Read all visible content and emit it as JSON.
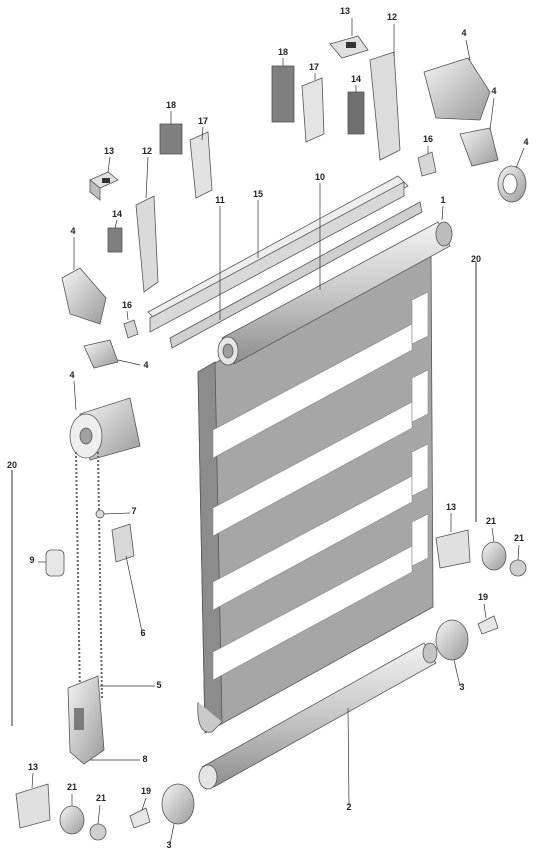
{
  "diagram": {
    "labels": [
      {
        "key": "l13a",
        "text": "13"
      },
      {
        "key": "l12a",
        "text": "12"
      },
      {
        "key": "l4a",
        "text": "4"
      },
      {
        "key": "l18a",
        "text": "18"
      },
      {
        "key": "l17a",
        "text": "17"
      },
      {
        "key": "l14a",
        "text": "14"
      },
      {
        "key": "l4b",
        "text": "4"
      },
      {
        "key": "l4c",
        "text": "4"
      },
      {
        "key": "l16a",
        "text": "16"
      },
      {
        "key": "l18b",
        "text": "18"
      },
      {
        "key": "l17b",
        "text": "17"
      },
      {
        "key": "l13b",
        "text": "13"
      },
      {
        "key": "l12b",
        "text": "12"
      },
      {
        "key": "l10",
        "text": "10"
      },
      {
        "key": "l1",
        "text": "1"
      },
      {
        "key": "l11",
        "text": "11"
      },
      {
        "key": "l15",
        "text": "15"
      },
      {
        "key": "l14b",
        "text": "14"
      },
      {
        "key": "l4d",
        "text": "4"
      },
      {
        "key": "l20a",
        "text": "20"
      },
      {
        "key": "l16b",
        "text": "16"
      },
      {
        "key": "l4e",
        "text": "4"
      },
      {
        "key": "l4f",
        "text": "4"
      },
      {
        "key": "l20b",
        "text": "20"
      },
      {
        "key": "l7",
        "text": "7"
      },
      {
        "key": "l9",
        "text": "9"
      },
      {
        "key": "l13c",
        "text": "13"
      },
      {
        "key": "l21a",
        "text": "21"
      },
      {
        "key": "l21b",
        "text": "21"
      },
      {
        "key": "l6",
        "text": "6"
      },
      {
        "key": "l19a",
        "text": "19"
      },
      {
        "key": "l3a",
        "text": "3"
      },
      {
        "key": "l5",
        "text": "5"
      },
      {
        "key": "l8",
        "text": "8"
      },
      {
        "key": "l13d",
        "text": "13"
      },
      {
        "key": "l21c",
        "text": "21"
      },
      {
        "key": "l21d",
        "text": "21"
      },
      {
        "key": "l19b",
        "text": "19"
      },
      {
        "key": "l2",
        "text": "2"
      },
      {
        "key": "l3b",
        "text": "3"
      }
    ]
  },
  "colors": {
    "fabric": "#a6a6a6",
    "fabric_dark": "#8c8c8c",
    "metal": "#d4d4d4",
    "metal_dark": "#9a9a9a",
    "felt": "#7f7f7f",
    "ink": "#222222"
  }
}
